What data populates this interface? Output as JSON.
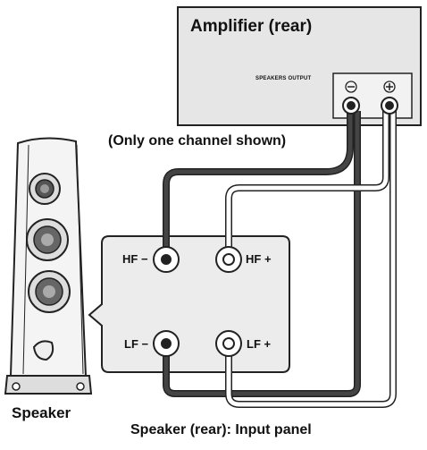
{
  "amplifier": {
    "title": "Amplifier (rear)",
    "output_label": "SPEAKERS OUTPUT",
    "terminals": [
      {
        "polarity": "negative",
        "symbol": "⊖"
      },
      {
        "polarity": "positive",
        "symbol": "⊕"
      }
    ]
  },
  "note": "(Only one channel shown)",
  "input_panel": {
    "terminals": [
      {
        "label": "HF −"
      },
      {
        "label": "HF +"
      },
      {
        "label": "LF −"
      },
      {
        "label": "LF +"
      }
    ],
    "caption": "Speaker (rear): Input panel"
  },
  "speaker": {
    "caption": "Speaker"
  },
  "colors": {
    "cable_negative": "#3a3a3a",
    "cable_positive": "#ffffff",
    "panel_fill": "#ececec",
    "amp_fill": "#e6e6e6"
  }
}
